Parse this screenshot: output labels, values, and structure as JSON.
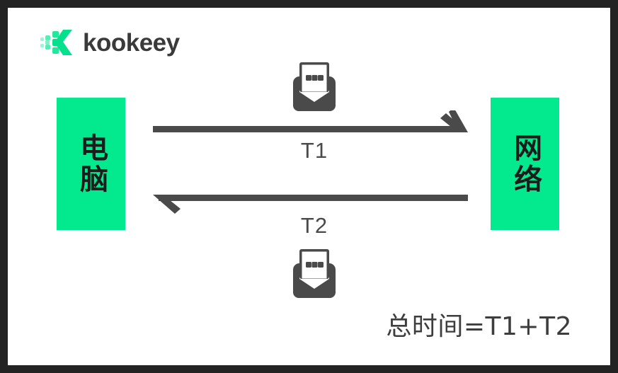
{
  "slide": {
    "frame_color": "#232323",
    "canvas_color": "#ffffff"
  },
  "brand": {
    "wordmark": "kookeey",
    "mark_name": "kookeey-k-logo",
    "mark_color": "#04e08c",
    "wordmark_color": "#3a3a3a"
  },
  "diagram": {
    "accent_color": "#03e98e",
    "stroke_color": "#4a4a4a",
    "nodes": [
      {
        "id": "computer",
        "label": "电脑"
      },
      {
        "id": "network",
        "label": "网络"
      }
    ],
    "flows": [
      {
        "id": "t1",
        "caption": "T1",
        "direction": "right",
        "from": "电脑",
        "to": "网络",
        "icon": "envelope-message-icon"
      },
      {
        "id": "t2",
        "caption": "T2",
        "direction": "left",
        "from": "网络",
        "to": "电脑",
        "icon": "envelope-message-icon"
      }
    ],
    "formula": "总时间=T1+T2"
  }
}
